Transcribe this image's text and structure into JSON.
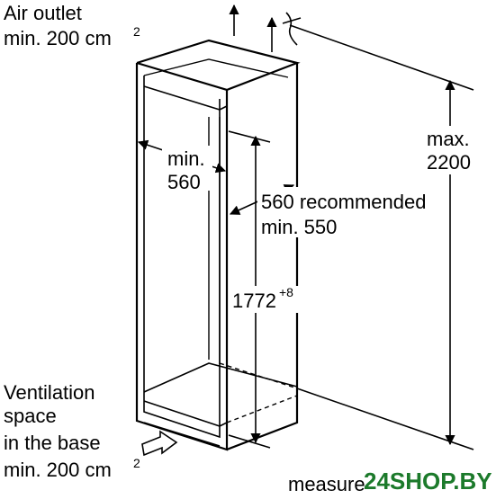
{
  "labels": {
    "air_outlet": [
      "Air outlet",
      "min. 200 cm"
    ],
    "air_outlet_sup": "2",
    "niche_width": [
      "min.",
      "560"
    ],
    "niche_depth": [
      "560 recommended",
      "min. 550"
    ],
    "niche_height_value": "1772",
    "niche_height_tolerance": "+8",
    "max_height": [
      "max.",
      "2200"
    ],
    "ventilation": [
      "Ventilation",
      "space",
      "in the base",
      "min. 200 cm"
    ],
    "ventilation_sup": "2",
    "measure": "measure"
  },
  "watermark": {
    "text": "24SHOP.BY",
    "color": "#1c7a2b"
  },
  "colors": {
    "line": "#000000",
    "background": "#ffffff"
  }
}
